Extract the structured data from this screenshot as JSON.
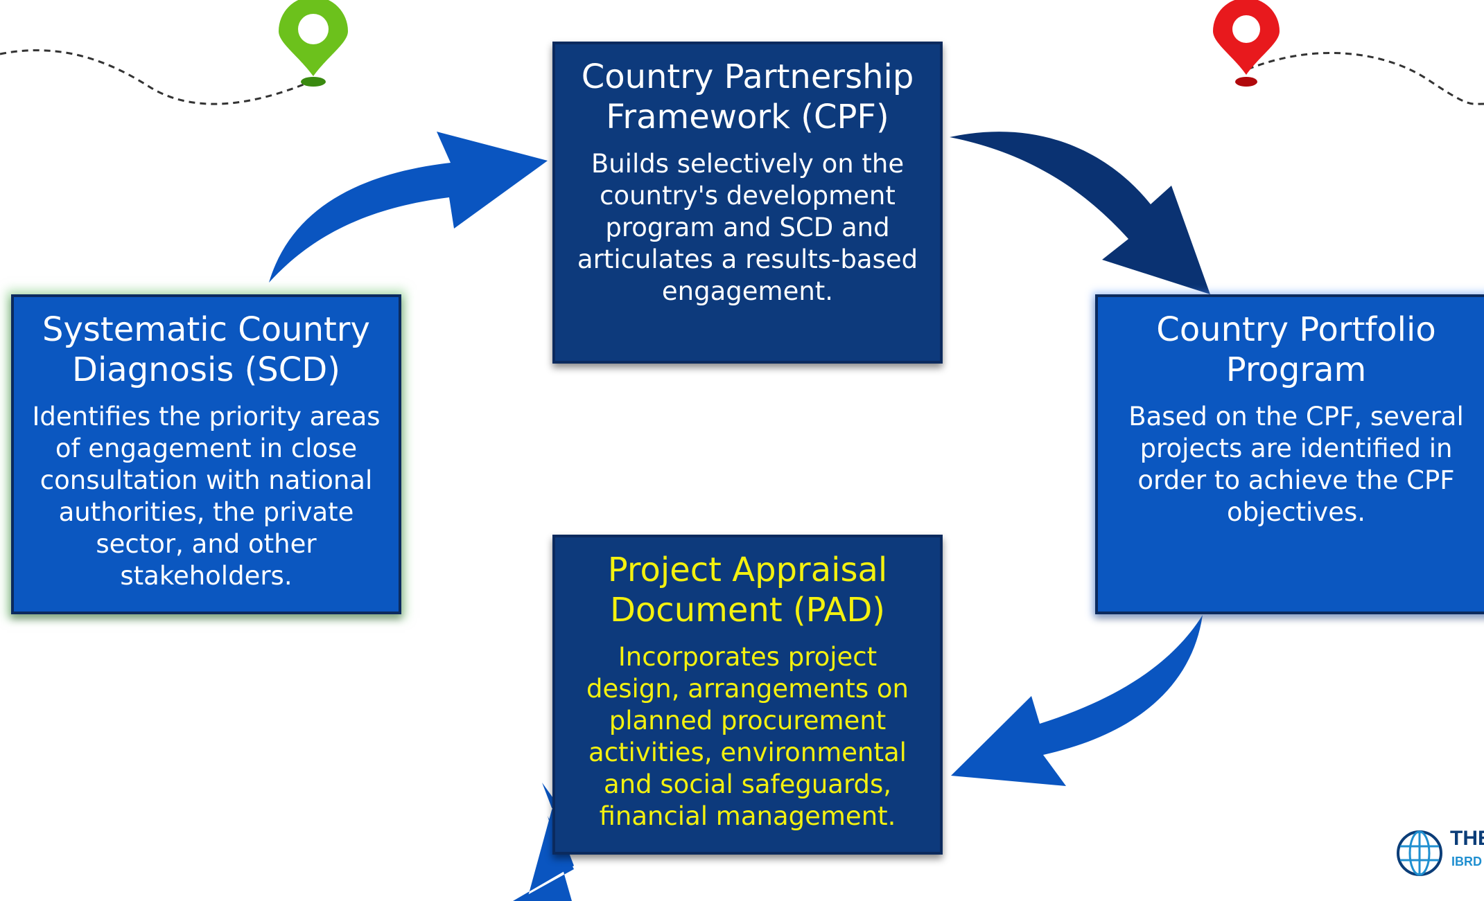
{
  "boxes": {
    "cpf": {
      "title": "Country Partnership Framework (CPF)",
      "desc": "Builds selectively on the country's development program and SCD and articulates a results-based engagement."
    },
    "scd": {
      "title": "Systematic Country Diagnosis (SCD)",
      "desc": "Identifies the priority areas of engagement in close consultation with national authorities, the private sector, and other stakeholders."
    },
    "cpp": {
      "title": "Country Portfolio Program",
      "desc": "Based on the CPF, several projects are identified in order to achieve the CPF objectives."
    },
    "pad": {
      "title": "Project Appraisal Document (PAD)",
      "desc": "Incorporates project design, arrangements on planned procurement activities, environmental and social safeguards, financial management."
    }
  },
  "logo": {
    "brand": "THE",
    "sub": "IBRD ·"
  },
  "colors": {
    "box_dark": "#0d3a7c",
    "box_mid": "#0b57c0",
    "arrow": "#0a55c0",
    "arrow_dark": "#0a3272",
    "pad_text": "#f4f10f",
    "pin_start": "#6cc11c",
    "pin_end": "#e8191d"
  },
  "icons": [
    "location-pin-green-icon",
    "location-pin-red-icon",
    "world-bank-globe-icon"
  ]
}
